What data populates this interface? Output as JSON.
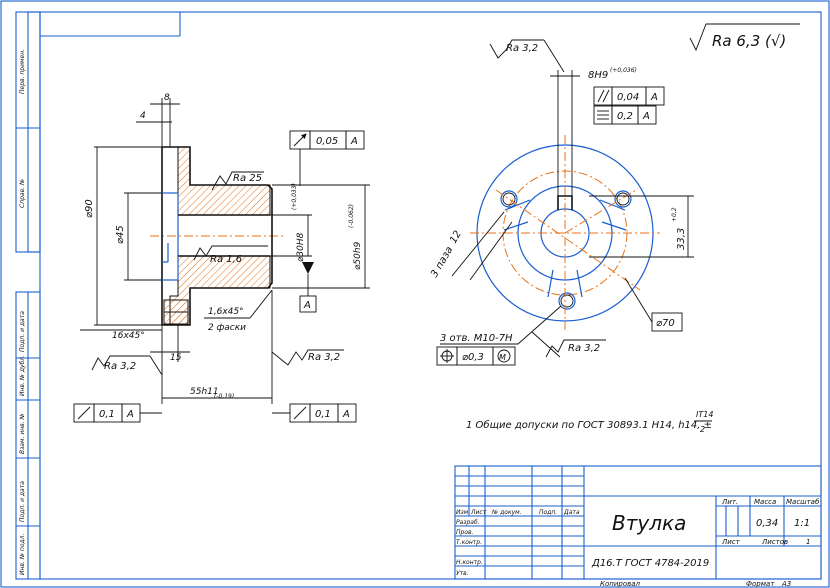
{
  "frame": {
    "side_labels": [
      "Перв. примен.",
      "Справ. №",
      "Подп. и дата",
      "Инв. № дубл.",
      "Взам. инв. №",
      "Подп. и дата",
      "Инв. № подл."
    ]
  },
  "roughness_general": "Ra 6,3 (√)",
  "section_view": {
    "dim_8": "8",
    "dim_4": "4",
    "dim_d90": "⌀90",
    "dim_d45": "⌀45",
    "dim_d30": "⌀30H8",
    "dim_d30_tol": "(+0,033)",
    "dim_d50": "⌀50h9",
    "dim_d50_tol": "(-0,062)",
    "rough_25": "Ra 25",
    "rough_16": "Ra 1,6",
    "chamfer_a": "16x45°",
    "chamfer_b": "1,6x45°",
    "chamfer_b_note": "2 фаски",
    "dim_15": "15",
    "dim_55": "55h11",
    "dim_55_tol": "(-0,19)",
    "rough_32_left": "Ra 3,2",
    "rough_32_right": "Ra 3,2",
    "datum": "A",
    "runout_top": {
      "value": "0,05",
      "datum": "A"
    },
    "runout_left": {
      "value": "0,1",
      "datum": "A"
    },
    "runout_right": {
      "value": "0,1",
      "datum": "A"
    }
  },
  "end_view": {
    "rough_top": "Ra 3,2",
    "keyway": "8H9",
    "keyway_tol": "(+0,036)",
    "parallel": {
      "value": "0,04",
      "datum": "A"
    },
    "symmetry": {
      "value": "0,2",
      "datum": "A"
    },
    "dim_33": "33,3",
    "dim_33_tol": "+0,2",
    "dim_d70": "⌀70",
    "grooves": "3 паза",
    "groove_dim": "12",
    "holes": "3 отв. М10-7Н",
    "position_tol": {
      "value": "⌀0,3",
      "mod": "M"
    },
    "rough_bottom": "Ra 3,2"
  },
  "note": "1 Общие допуски по ГОСТ 30893.1 Н14, h14, ±",
  "note_frac_num": "IT14",
  "note_frac_den": "2",
  "title_block": {
    "name": "Втулка",
    "material": "Д16.Т ГОСТ 4784-2019",
    "cols": [
      "Изм",
      "Лист",
      "№ докум.",
      "Подп.",
      "Дата"
    ],
    "rows": [
      "Разраб.",
      "Пров.",
      "Т.контр.",
      "",
      "Н.контр.",
      "Утв."
    ],
    "lit": "Лит.",
    "mass_label": "Масса",
    "mass": "0,34",
    "scale_label": "Масштаб",
    "scale": "1:1",
    "sheet_label": "Лист",
    "sheets_label": "Листов",
    "sheets": "1",
    "copied": "Копировал",
    "format_label": "Формат",
    "format": "А3"
  }
}
